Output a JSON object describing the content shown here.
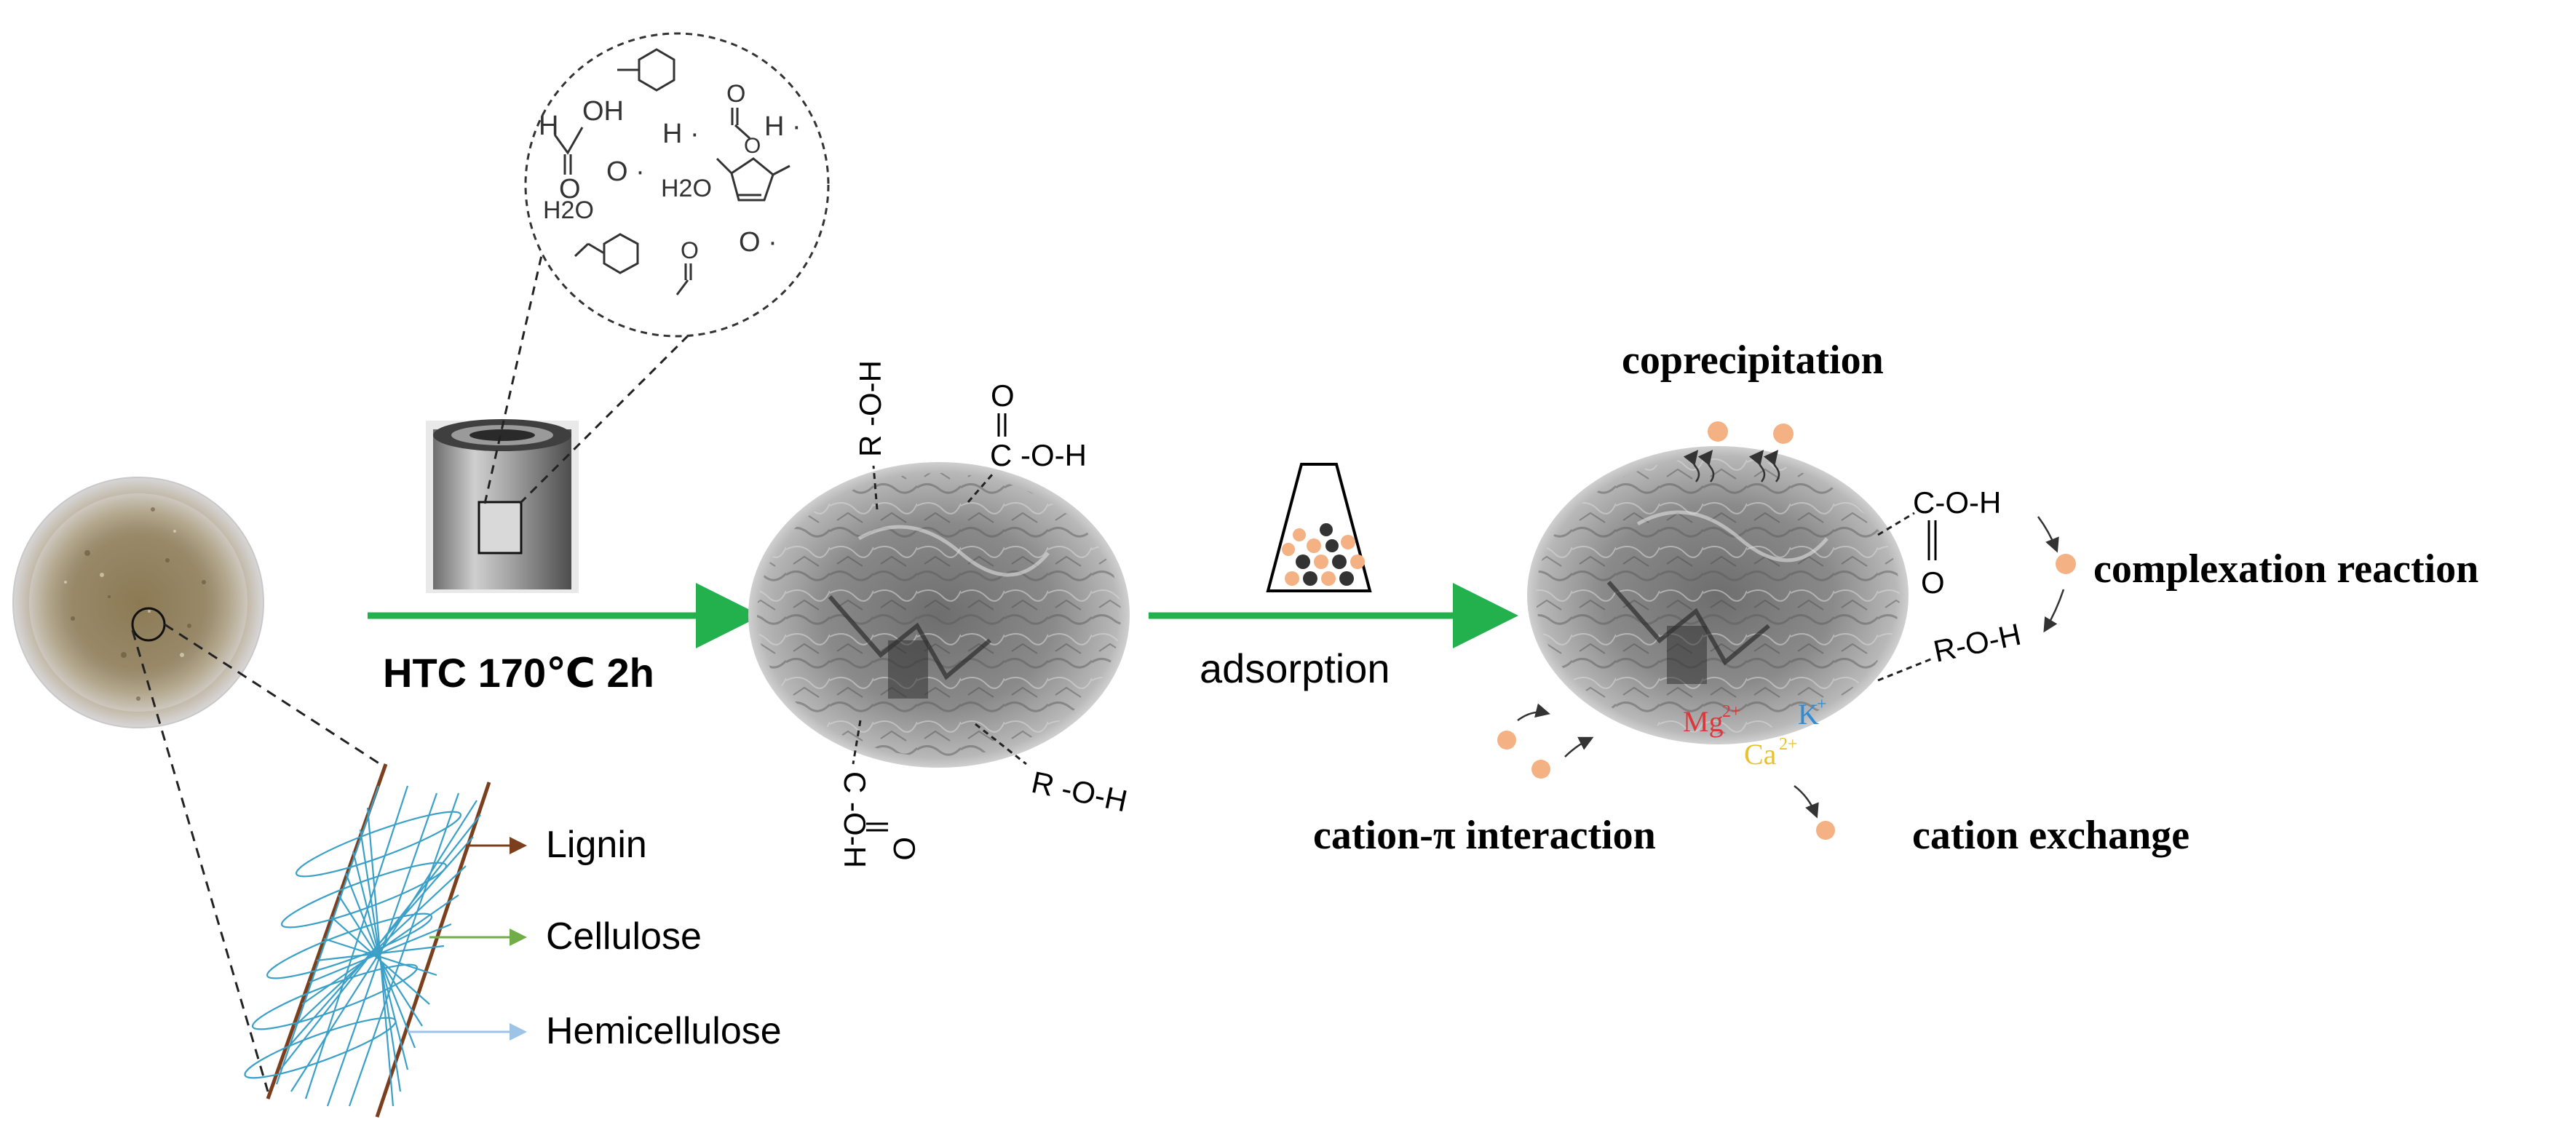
{
  "process": {
    "htc_label": "HTC 170℃ 2h",
    "adsorption_label": "adsorption"
  },
  "biomass_structure": {
    "lignin": "Lignin",
    "cellulose": "Cellulose",
    "hemicellulose": "Hemicellulose"
  },
  "radicals": {
    "formic_h": "H",
    "formic_oh": "OH",
    "formic_o": "O",
    "h_radical_1": "H ·",
    "h_radical_2": "H ·",
    "o_radical_1": "O ·",
    "o_radical_2": "O ·",
    "water_1": "H2O",
    "water_2": "H2O",
    "aldehyde_o_1": "O",
    "aldehyde_o_2": "O",
    "furan_o": "O"
  },
  "hydrochar_groups": {
    "r_o_h_top": "R -O-H",
    "c_o_h_top": "C -O-H",
    "o_top": "O",
    "r_o_h_bottom": "R -O-H",
    "c_o_h_bottom": "C -O-H",
    "o_bottom": "O"
  },
  "mechanisms": {
    "coprecipitation": "coprecipitation",
    "complexation": "complexation reaction",
    "cation_pi": "cation-π interaction",
    "cation_exchange": "cation exchange",
    "c_o_h": "C-O-H",
    "o": "O",
    "r_o_h": "R-O-H",
    "mg": "Mg",
    "mg_charge": "2+",
    "k": "K",
    "k_charge": "+",
    "ca": "Ca",
    "ca_charge": "2+"
  },
  "colors": {
    "arrow": "#22b14c",
    "lignin": "#7b3f1e",
    "cellulose": "#70ad47",
    "hemicellulose": "#9dc3e6",
    "fiber": "#3aa0c8",
    "ion_dot": "#f4b183",
    "mg": "#d8393c",
    "k": "#2e8bd4",
    "ca": "#e8c131"
  }
}
